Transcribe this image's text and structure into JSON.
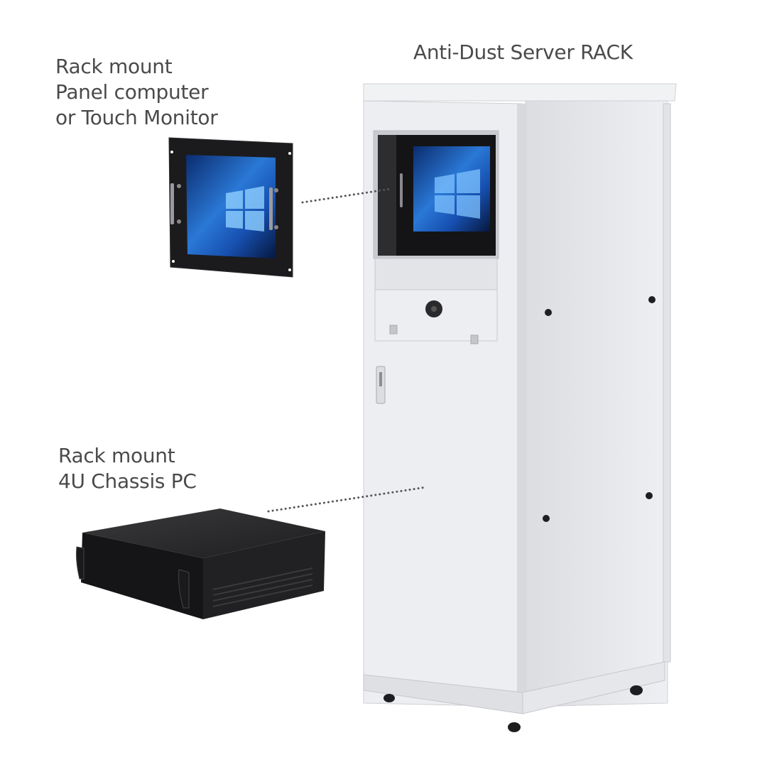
{
  "rack": {
    "title": "Anti-Dust Server RACK"
  },
  "panel_computer": {
    "label_lines": [
      "Rack mount",
      "Panel computer",
      "or Touch Monitor"
    ]
  },
  "chassis_pc": {
    "label_lines": [
      "Rack mount",
      "4U Chassis PC"
    ]
  },
  "colors": {
    "text": "#4a4a4a",
    "rack_body": "#ececef",
    "rack_shadow": "#d6d7db",
    "device_black": "#1c1c1e",
    "screen_blue": "#1f5fbf",
    "leader_dots": "#555555"
  }
}
